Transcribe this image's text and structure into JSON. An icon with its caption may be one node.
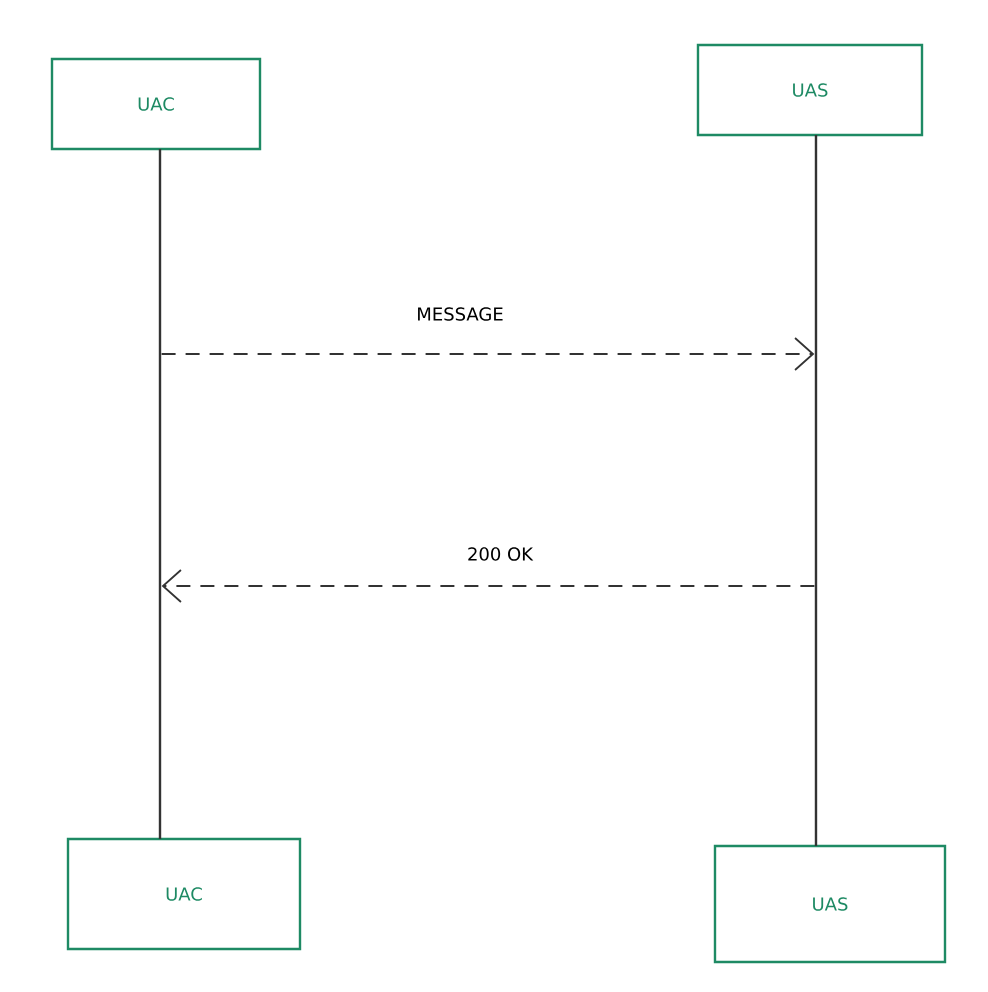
{
  "diagram": {
    "nodes": [
      {
        "text": [
          "UAC"
        ]
      },
      {
        "text": [
          "UAS"
        ]
      },
      {
        "text": [
          "UAC"
        ]
      },
      {
        "text": [
          "UAS"
        ]
      },
      {
        "text": [],
        "shape": "bar"
      },
      {
        "text": [],
        "shape": "bar"
      }
    ],
    "edges": [
      {
        "from": 4,
        "to": 5,
        "arrow": "to",
        "style": "dashed",
        "label": "MESSAGE"
      },
      {
        "from": 5,
        "to": 4,
        "arrow": "to",
        "style": "dashed",
        "label": "200 OK"
      }
    ]
  }
}
